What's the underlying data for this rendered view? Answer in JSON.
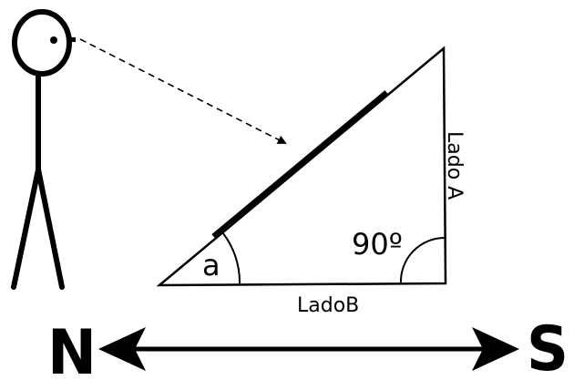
{
  "labels": {
    "side_a": "Lado A",
    "side_b": "LadoB",
    "angle_alpha": "a",
    "right_angle": "90º",
    "north": "N",
    "south": "S"
  },
  "colors": {
    "stroke": "#000000",
    "background": "#ffffff"
  }
}
